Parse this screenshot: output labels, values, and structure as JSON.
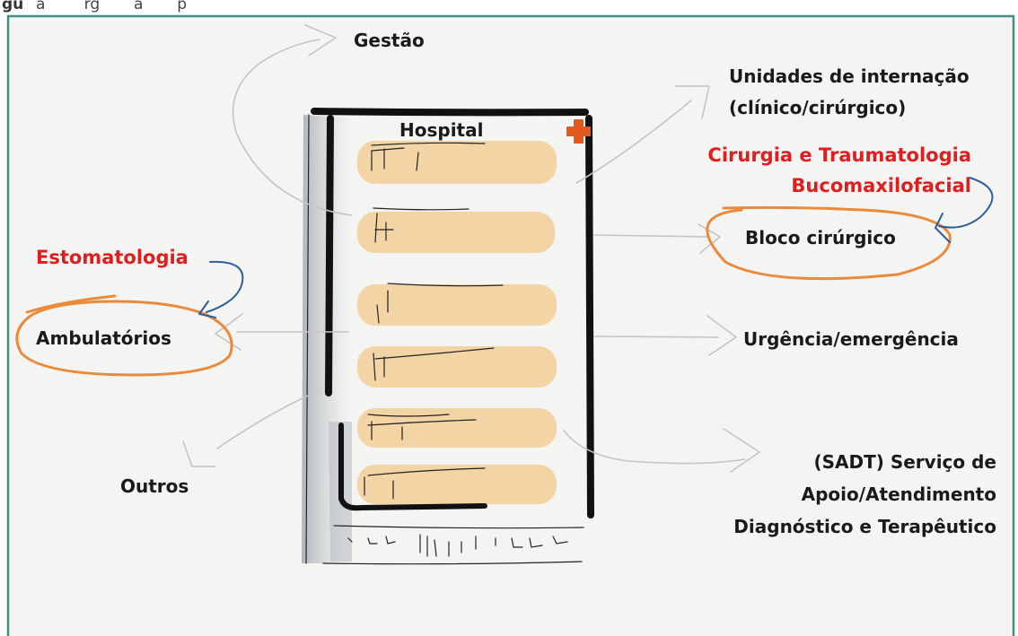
{
  "caption": {
    "prefix": "gu",
    "text": "a        rg       ã       p             "
  },
  "hospital": {
    "label": "Hospital"
  },
  "labels": {
    "gestao": "Gestão",
    "unidades_line1": "Unidades de internação",
    "unidades_line2": "(clínico/cirúrgico)",
    "bloco": "Bloco cirúrgico",
    "urgencia": "Urgência/emergência",
    "sadt_line1": "(SADT) Serviço de",
    "sadt_line2": "Apoio/Atendimento",
    "sadt_line3": "Diagnóstico e Terapêutico",
    "ambulatorios": "Ambulatórios",
    "outros": "Outros"
  },
  "annotations": {
    "cirurgia_line1": "Cirurgia e Traumatologia",
    "cirurgia_line2": "Bucomaxilofacial",
    "estomatologia": "Estomatologia"
  },
  "colors": {
    "annotation_red": "#dd1f1f",
    "circle_orange": "#ea8a3a",
    "arrow_blue": "#2f5d9a",
    "frame_teal": "#3f8f83",
    "background": "#f4f4f3",
    "band_fill": "#f3c98a"
  }
}
